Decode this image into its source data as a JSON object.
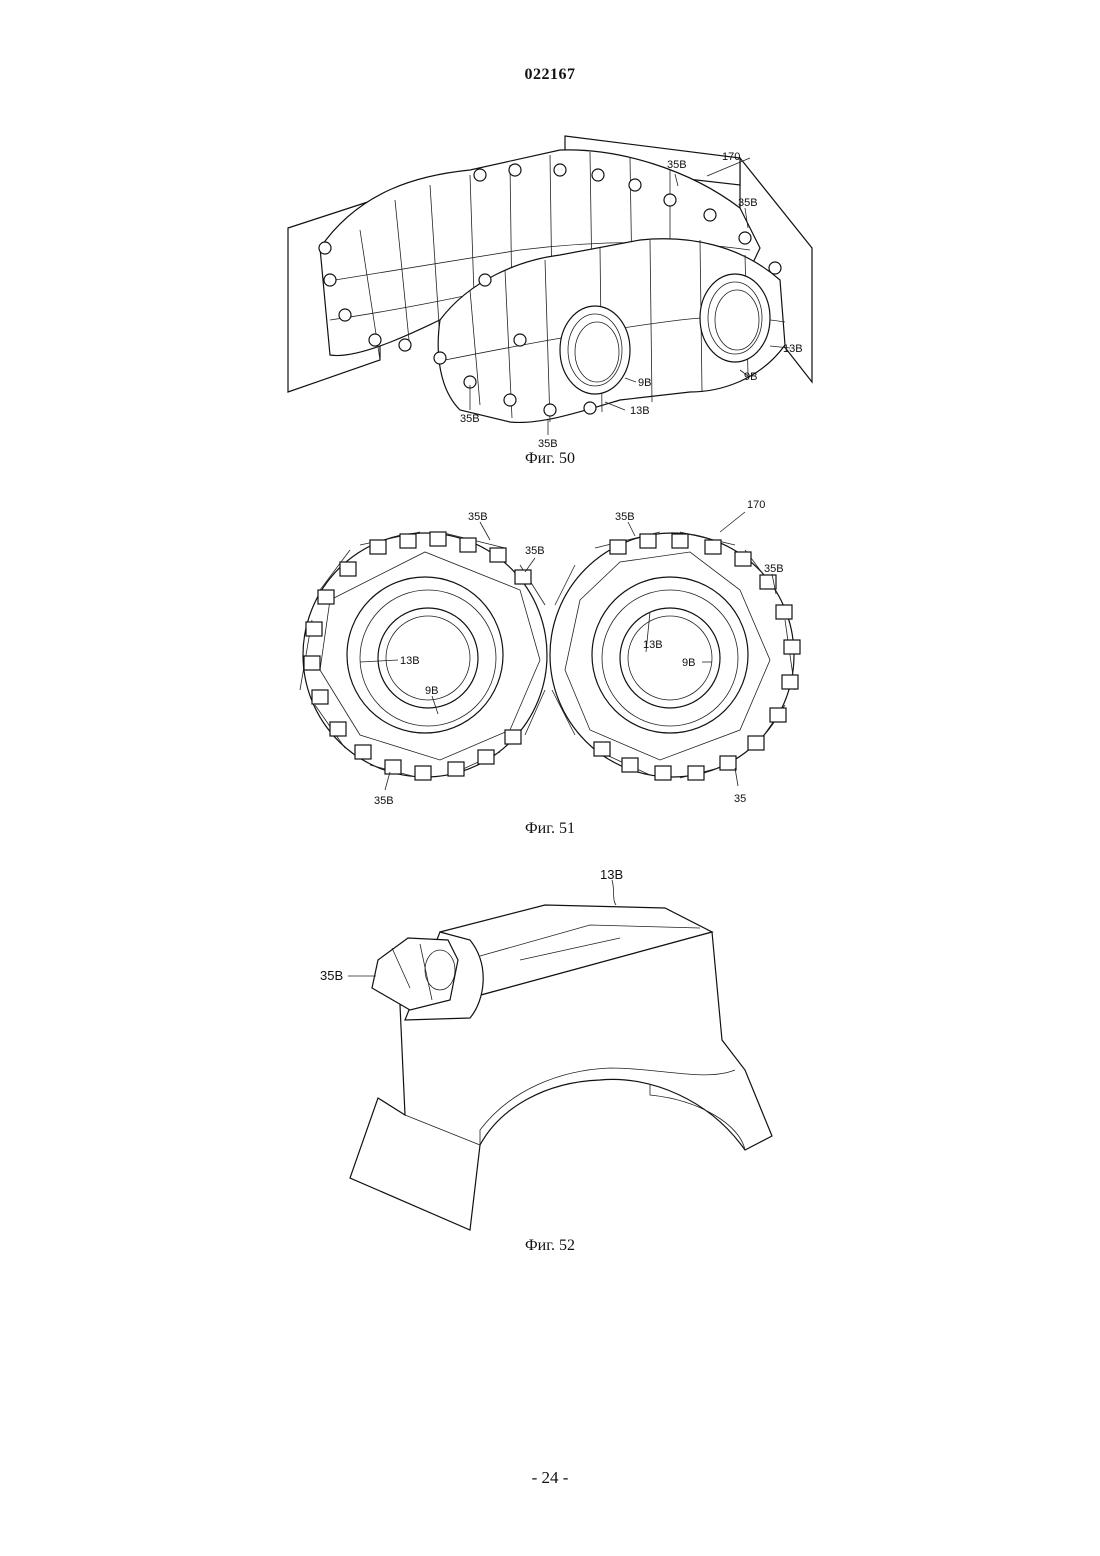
{
  "header": {
    "doc_number": "022167"
  },
  "figures": [
    {
      "caption": "Фиг. 50",
      "labels": {
        "assembly": "170",
        "tooth_a": "35B",
        "tooth_b": "35B",
        "tooth_c": "35B",
        "tooth_d": "35B",
        "insert_a": "9B",
        "insert_b": "9B",
        "body_a": "13B",
        "body_b": "13B"
      }
    },
    {
      "caption": "Фиг. 51",
      "labels": {
        "assembly": "170",
        "tooth_a": "35B",
        "tooth_b": "35B",
        "tooth_c": "35B",
        "tooth_d": "35B",
        "tooth_e": "35",
        "body_a": "13B",
        "body_b": "13B",
        "insert_a": "9B",
        "insert_b": "9B"
      }
    },
    {
      "caption": "Фиг. 52",
      "labels": {
        "body": "13B",
        "tooth": "35B"
      }
    }
  ],
  "footer": {
    "page_label": "- 24 -"
  }
}
